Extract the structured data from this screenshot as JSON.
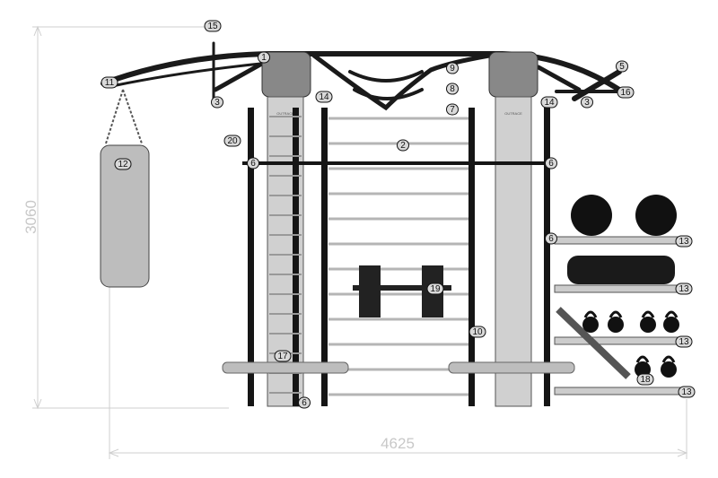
{
  "dimensions": {
    "height": "3060",
    "width": "4625"
  },
  "brand_label": "OUTRACE",
  "callouts": [
    "15",
    "1",
    "11",
    "3",
    "9",
    "8",
    "7",
    "5",
    "16",
    "3",
    "14",
    "14",
    "20",
    "2",
    "6",
    "6",
    "12",
    "6",
    "13",
    "13",
    "19",
    "10",
    "13",
    "17",
    "18",
    "13",
    "6"
  ],
  "colors": {
    "frame": "#111111",
    "pillar": "#c9c9c9",
    "callout_fill": "#d9d9d9",
    "dimension": "#c8c8c8"
  }
}
